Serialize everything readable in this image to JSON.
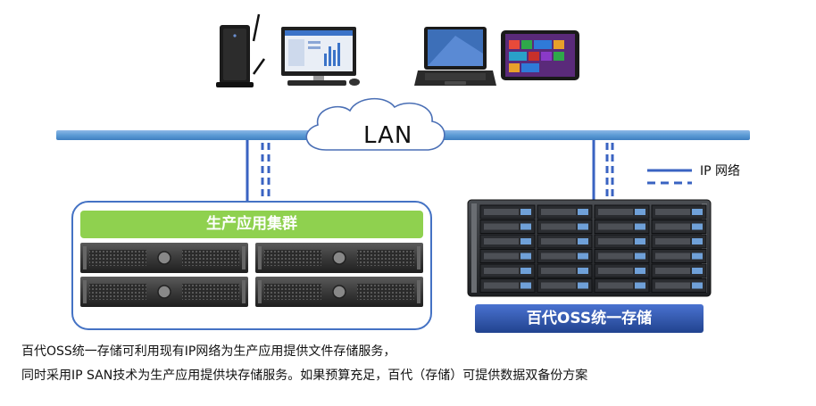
{
  "network": {
    "lan_label": "LAN"
  },
  "legend": {
    "label": "IP 网络"
  },
  "cluster": {
    "title": "生产应用集群"
  },
  "storage": {
    "title": "百代OSS统一存储"
  },
  "caption": {
    "line1": "百代OSS统一存储可利用现有IP网络为生产应用提供文件存储服务，",
    "line2": "同时采用IP SAN技术为生产应用提供块存储服务。如果预算充足，百代（存储）可提供数据双备份方案"
  },
  "devices": [
    {
      "icon": "thin-client-icon"
    },
    {
      "icon": "desktop-monitor-icon"
    },
    {
      "icon": "laptop-icon"
    },
    {
      "icon": "tablet-icon"
    }
  ],
  "colors": {
    "lan_line": "#5b9bd5",
    "network_blue": "#3a63c2",
    "cluster_header": "#8fd14f",
    "storage_header": "#2f55b4",
    "cluster_border": "#4472c4"
  }
}
